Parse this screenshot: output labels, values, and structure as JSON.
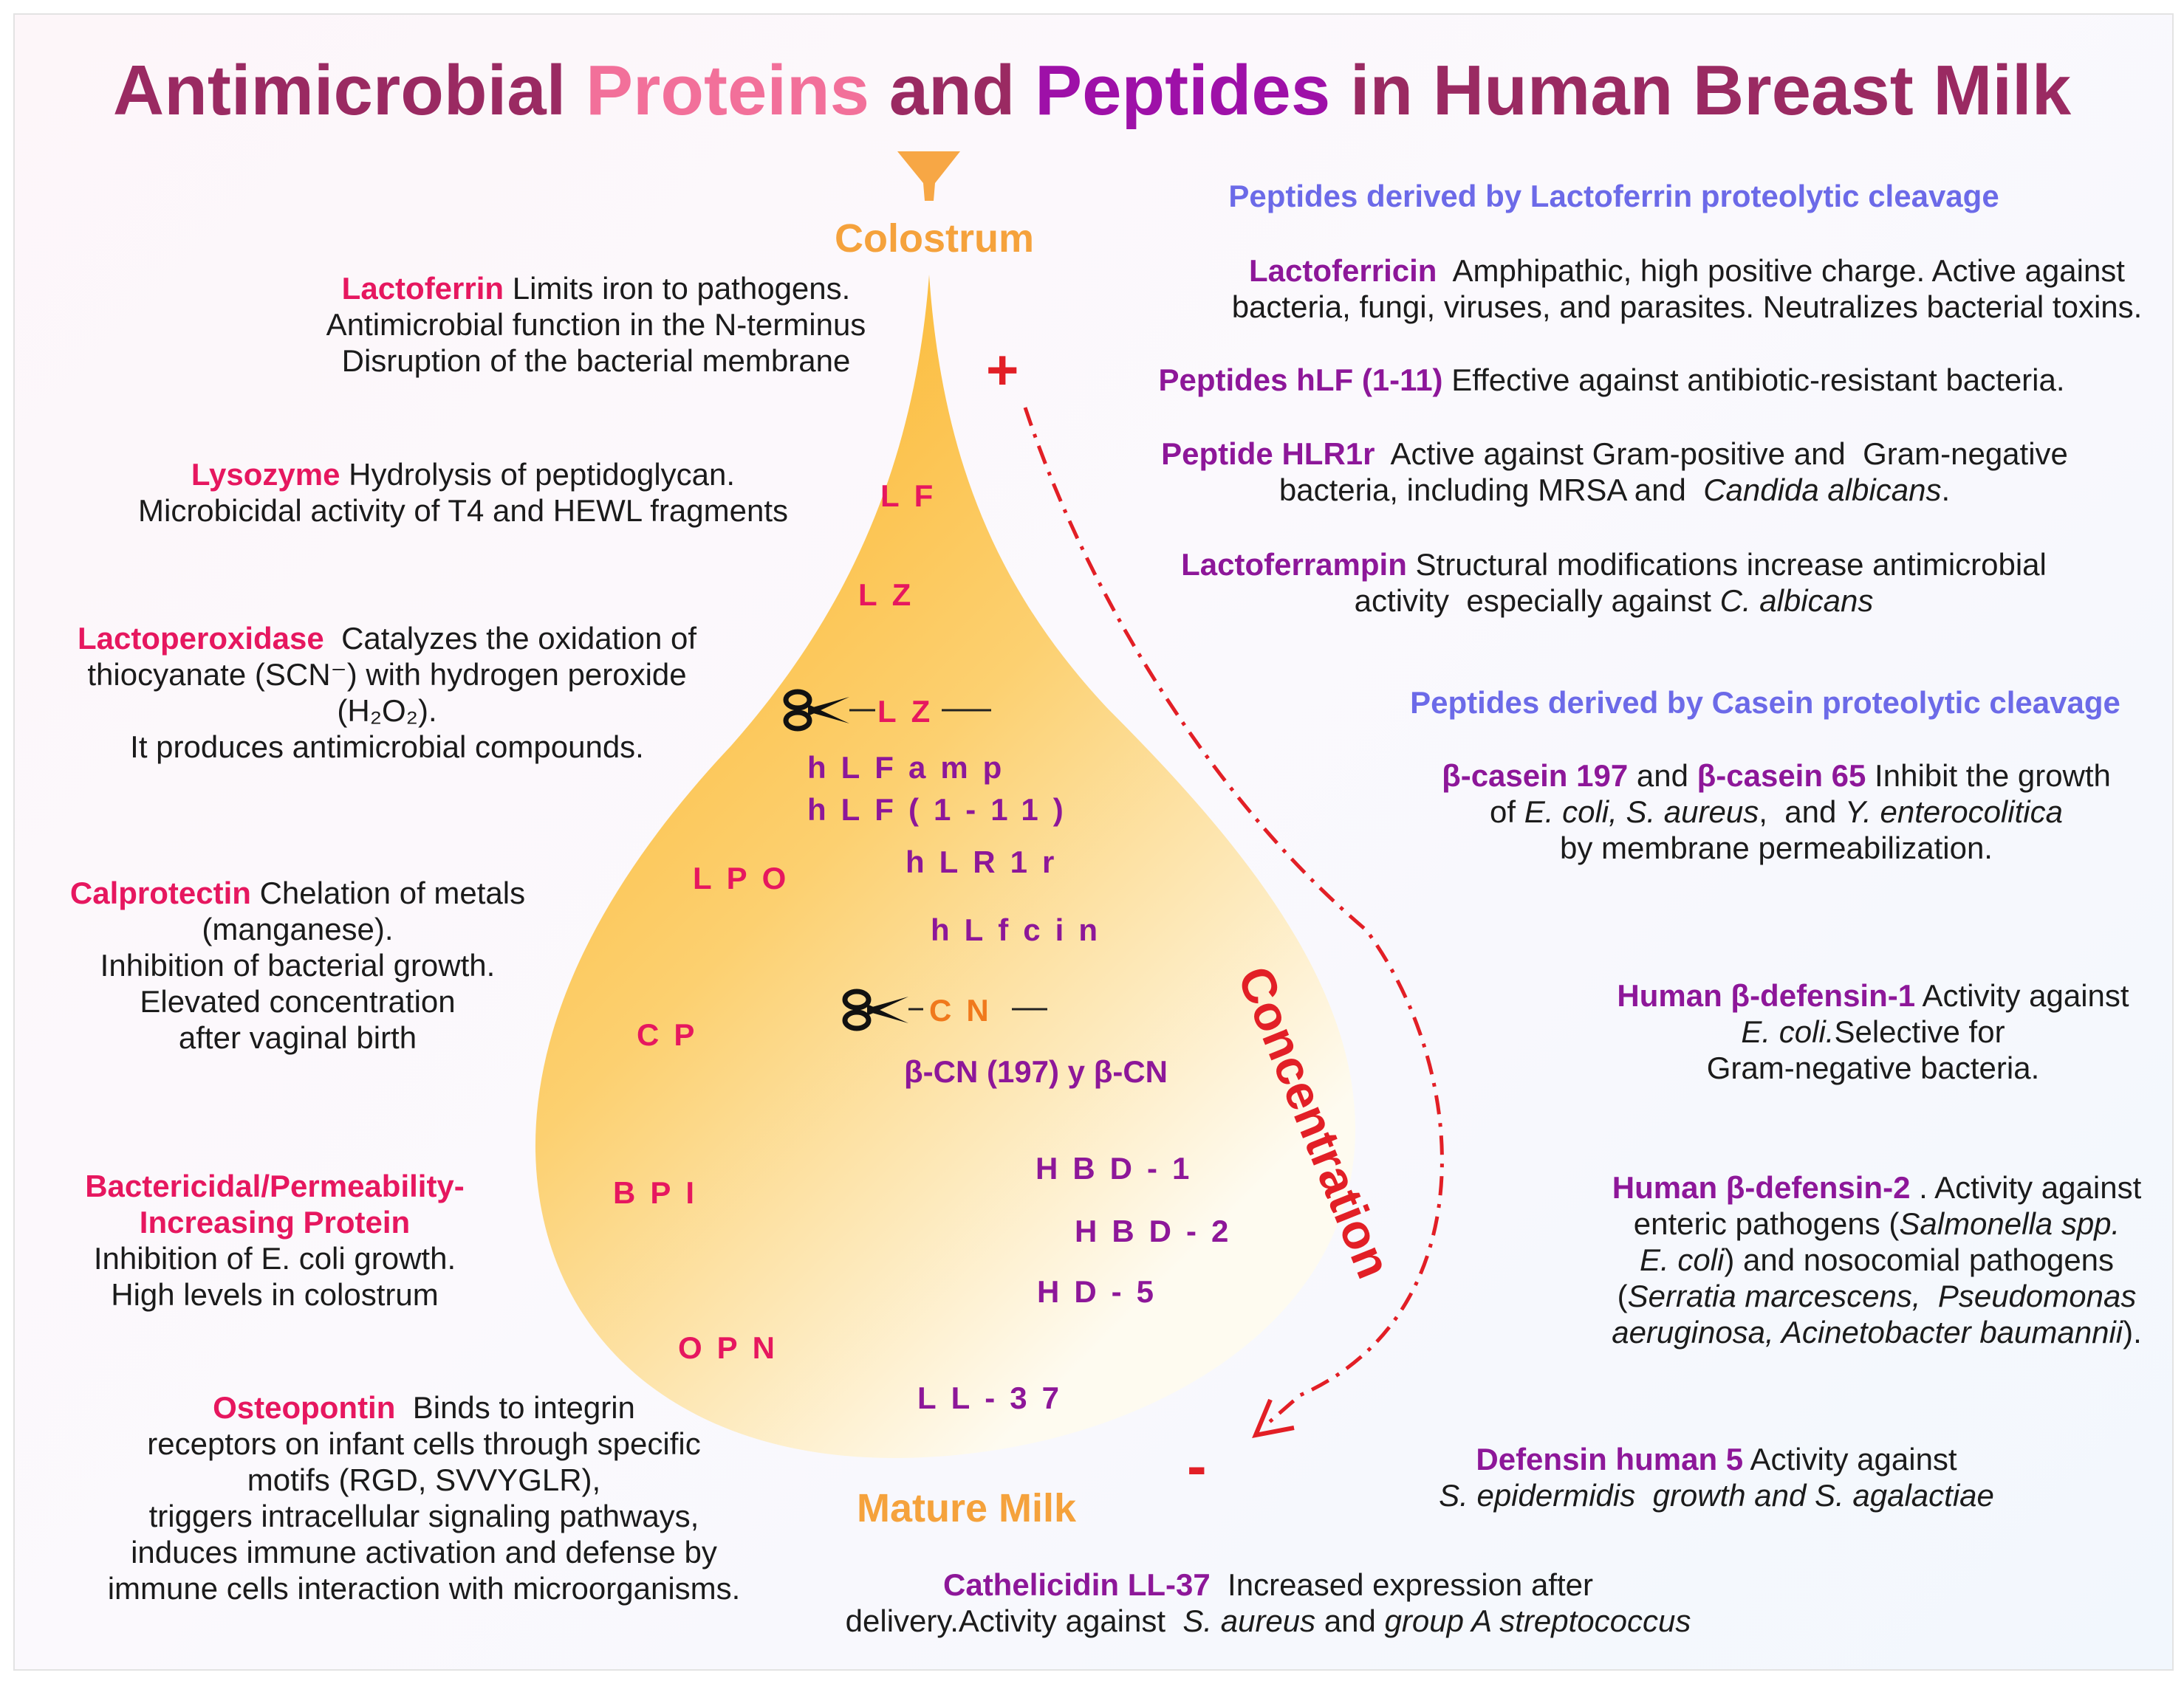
{
  "title": {
    "part1": "Antimicrobial ",
    "part2": "Proteins",
    "part3": " and ",
    "part4": "Peptides",
    "part5": " in Human Breast Milk"
  },
  "stages": {
    "top": "Colostrum",
    "bottom": "Mature Milk"
  },
  "gradient_label": "Concentration",
  "signs": {
    "plus": "+",
    "minus": "-"
  },
  "drop_labels": {
    "lf": "LF",
    "lz": "LZ",
    "lz_cut": "LZ",
    "hlfamp": "hLFamp",
    "hlf111": "hLF(1-11)",
    "hlr1r": "hLR1r",
    "lpo": "LPO",
    "hlfcin": "hLfcin",
    "cp": "CP",
    "cn_cut": "CN",
    "bcn": "β-CN (197) y β-CN",
    "hbd1": "HBD-1",
    "hbd2": "HBD-2",
    "bpi": "BPI",
    "hd5": "HD-5",
    "opn": "OPN",
    "ll37": "LL-37"
  },
  "left": {
    "lactoferrin": {
      "name": "Lactoferrin",
      "l1": " Limits iron to pathogens.",
      "l2": "Antimicrobial function in the N-terminus",
      "l3": "Disruption of the bacterial membrane"
    },
    "lysozyme": {
      "name": "Lysozyme",
      "l1": " Hydrolysis of peptidoglycan.",
      "l2": "Microbicidal activity of T4 and HEWL fragments"
    },
    "lactoperoxidase": {
      "name": "Lactoperoxidase",
      "l1": "  Catalyzes the oxidation of",
      "l2": "thiocyanate (SCN⁻) with hydrogen peroxide",
      "l3": "(H₂O₂).",
      "l4": "It produces antimicrobial compounds."
    },
    "calprotectin": {
      "name": "Calprotectin",
      "l1": " Chelation of metals",
      "l2": "(manganese).",
      "l3": "Inhibition of bacterial growth.",
      "l4": "Elevated concentration",
      "l5": "after vaginal birth"
    },
    "bpi": {
      "name1": "Bactericidal/Permeability-",
      "name2": "Increasing Protein",
      "l1": "Inhibition of E. coli growth.",
      "l2": "High levels in colostrum"
    },
    "osteopontin": {
      "name": "Osteopontin",
      "l1": "  Binds to integrin",
      "l2": "receptors on infant cells through specific",
      "l3": "motifs (RGD, SVVYGLR),",
      "l4": "triggers intracellular signaling pathways,",
      "l5": "induces immune activation and defense by",
      "l6": "immune cells interaction with microorganisms."
    }
  },
  "right": {
    "header_lf": "Peptides derived by Lactoferrin proteolytic cleavage",
    "lactoferricin": {
      "name": "Lactoferricin",
      "l1": "  Amphipathic, high positive charge. Active against",
      "l2": "bacteria, fungi, viruses, and parasites. Neutralizes bacterial toxins."
    },
    "hlf": {
      "name": "Peptides hLF (1-11)",
      "l1": " Effective against antibiotic-resistant bacteria."
    },
    "hlr1r": {
      "name": "Peptide HLR1r",
      "l1": "  Active against Gram-positive and  Gram-negative",
      "l2a": "bacteria, including MRSA and  ",
      "l2b": "Candida albicans",
      "l2c": "."
    },
    "lactoferrampin": {
      "name": "Lactoferrampin",
      "l1": " Structural modifications increase antimicrobial",
      "l2a": "activity  especially against ",
      "l2b": "C. albicans"
    },
    "header_casein": "Peptides derived by Casein proteolytic cleavage",
    "casein": {
      "name1": "β-casein 197",
      "mid": " and ",
      "name2": "β-casein 65",
      "l1": " Inhibit the growth",
      "l2a": "of ",
      "l2b": "E. coli, S. aureus",
      "l2c": ",  and ",
      "l2d": "Y. enterocolitica",
      "l3": "by membrane permeabilization."
    },
    "hbd1": {
      "name": "Human β-defensin-1",
      "l1": " Activity against",
      "l2a": "E. coli.",
      "l2b": "Selective for",
      "l3": "Gram-negative bacteria."
    },
    "hbd2": {
      "name": "Human β-defensin-2",
      "l1": " . Activity against",
      "l2a": "enteric pathogens (",
      "l2b": "Salmonella spp.",
      "l3a": "E. coli",
      "l3b": ") and nosocomial pathogens",
      "l4a": "(",
      "l4b": "Serratia marcescens,  Pseudomonas",
      "l5a": "aeruginosa, Acinetobacter baumannii",
      "l5b": ")."
    },
    "hd5": {
      "name": "Defensin human 5",
      "l1": " Activity against",
      "l2": "S. epidermidis  growth and S. agalactiae"
    },
    "ll37": {
      "name": "Cathelicidin LL-37",
      "l1": "  Increased expression after",
      "l2a": "delivery.Activity against  ",
      "l2b": "S. aureus",
      "l2c": " and ",
      "l2d": "group A streptococcus"
    }
  },
  "colors": {
    "title": "#9a2a62",
    "pink": "#e6175f",
    "purple": "#8d1799",
    "header": "#6c6ae8",
    "orange": "#f5a23c",
    "red": "#e21f26"
  }
}
